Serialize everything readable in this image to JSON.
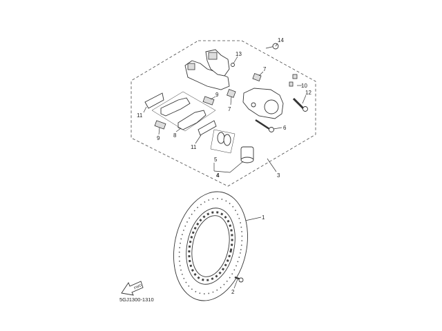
{
  "diagram_code": "5GJ1300-1310",
  "front_arrow_text": "FWD",
  "callouts": {
    "c1": "1",
    "c2": "2",
    "c3": "3",
    "c4": "4",
    "c5": "5",
    "c6": "6",
    "c7a": "7",
    "c7b": "7",
    "c8": "8",
    "c9a": "9",
    "c9b": "9",
    "c10": "10",
    "c11a": "11",
    "c11b": "11",
    "c12": "12",
    "c13": "13",
    "c14": "14"
  }
}
